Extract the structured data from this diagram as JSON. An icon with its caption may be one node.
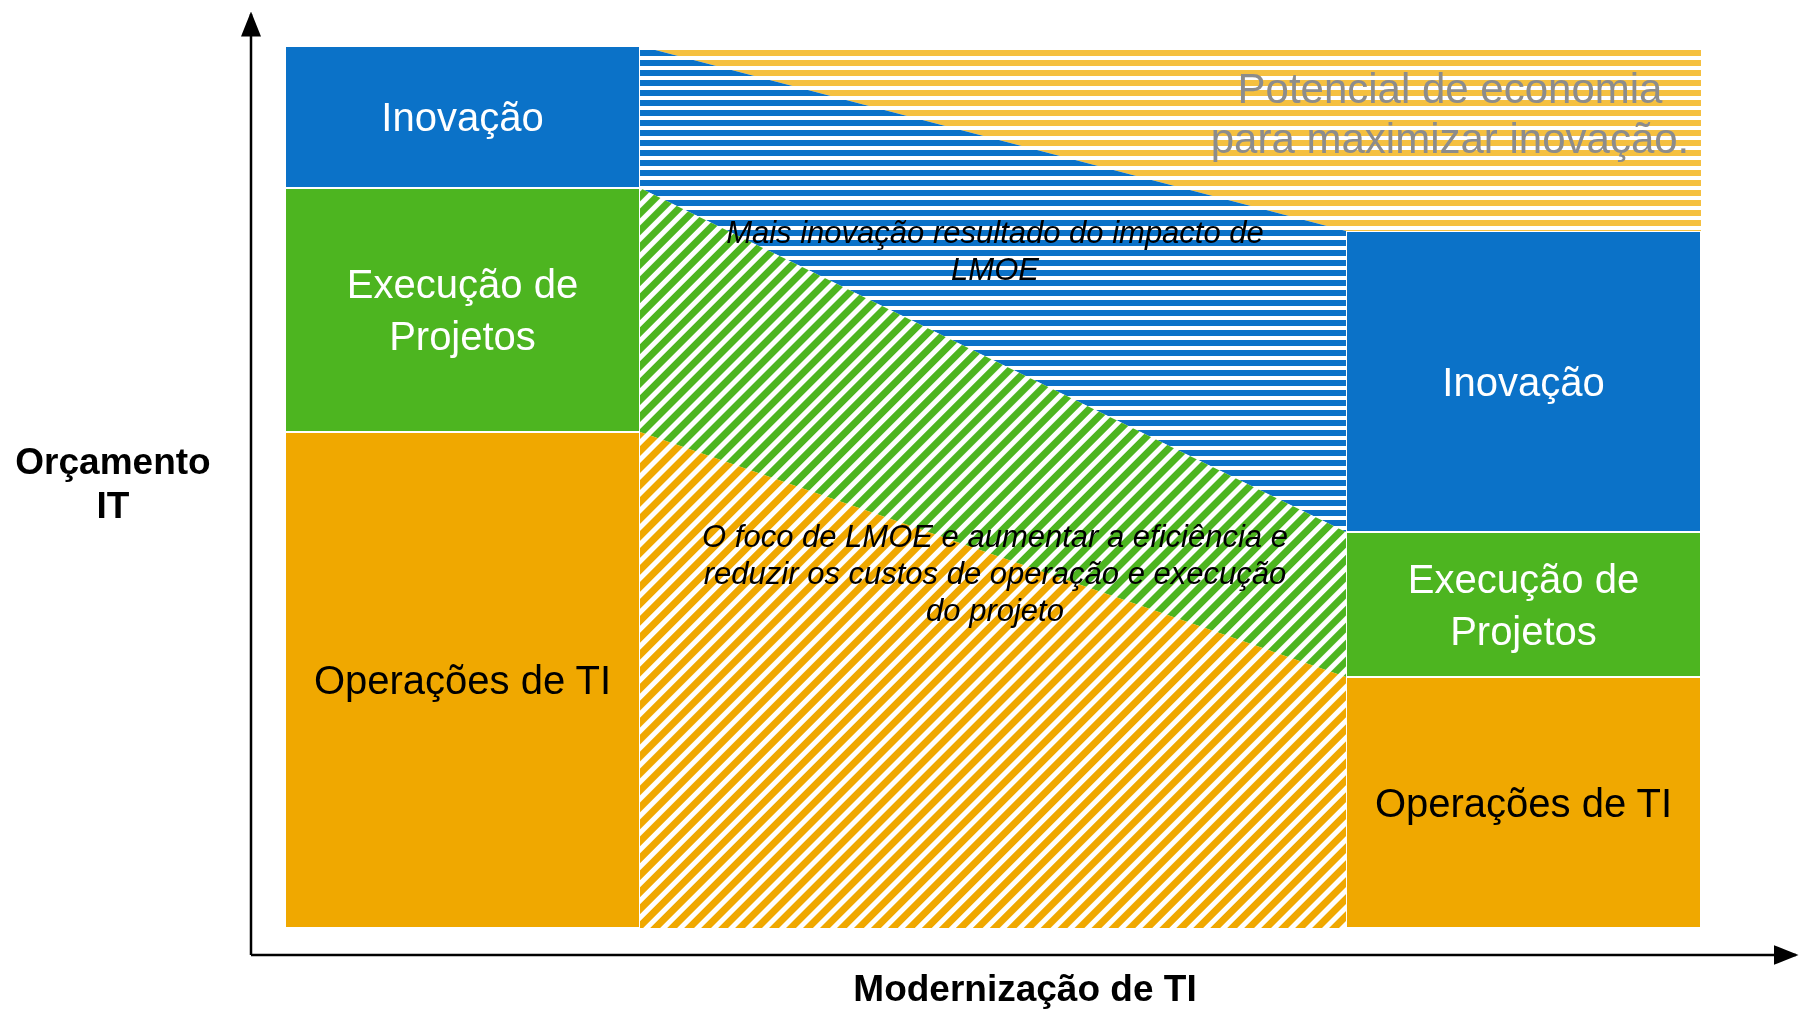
{
  "diagram": {
    "nodes": [
      {
        "text": [
          "Inovação"
        ]
      },
      {
        "text": [
          "Execução de Projetos"
        ]
      },
      {
        "text": [
          "Operações de TI"
        ]
      },
      {
        "text": [
          "Inovação"
        ]
      },
      {
        "text": [
          "Execução de Projetos"
        ]
      },
      {
        "text": [
          "Operações de TI"
        ]
      }
    ],
    "edges": [],
    "labels": [
      "Potencial de economia para maximizar inovação.",
      "Mais inovação resultado do impacto de LMOE",
      "Orçamento IT",
      "O foco de LMOE e aumentar a eficiência e reduzir os custos de operação e execução do projeto",
      "Modernização de TI"
    ]
  }
}
